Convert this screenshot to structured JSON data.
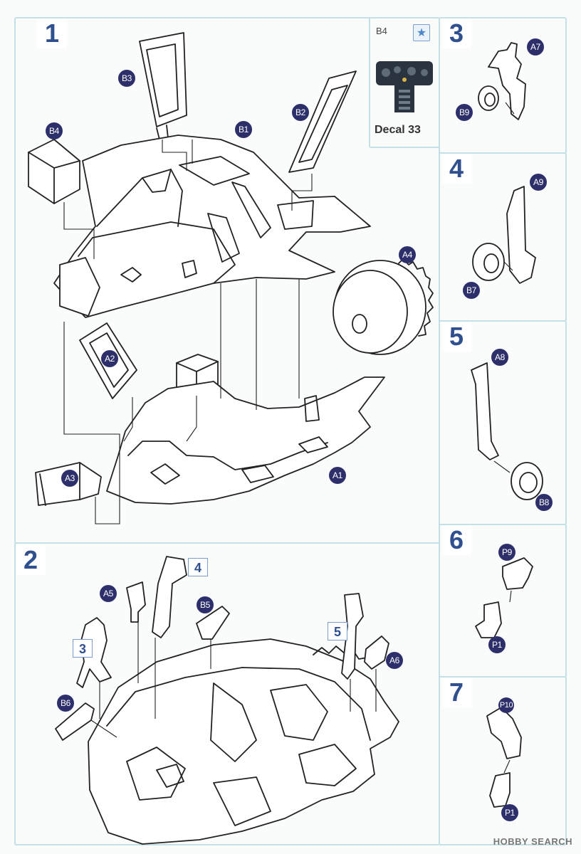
{
  "steps": {
    "s1": "1",
    "s2": "2",
    "s3": "3",
    "s4": "4",
    "s5": "5",
    "s6": "6",
    "s7": "7"
  },
  "substeps": {
    "ref3": "3",
    "ref4": "4",
    "ref5": "5"
  },
  "parts": {
    "B3": "B3",
    "B4": "B4",
    "B1": "B1",
    "B2": "B2",
    "A4": "A4",
    "A2": "A2",
    "A3": "A3",
    "A1": "A1",
    "A7": "A7",
    "B9": "B9",
    "A9": "A9",
    "B7": "B7",
    "A8": "A8",
    "B8": "B8",
    "A5": "A5",
    "B5": "B5",
    "A6": "A6",
    "B6": "B6",
    "P9": "P9",
    "P1": "P1",
    "P10": "P10",
    "P1b": "P1"
  },
  "decal": {
    "part": "B4",
    "label": "Decal 33",
    "icon": "star-icon"
  },
  "watermark": "HOBBY SEARCH",
  "colors": {
    "frame": "#c4dfe5",
    "step_number": "#2f4f8e",
    "callout": "#2d2f6b",
    "line": "#222222"
  }
}
